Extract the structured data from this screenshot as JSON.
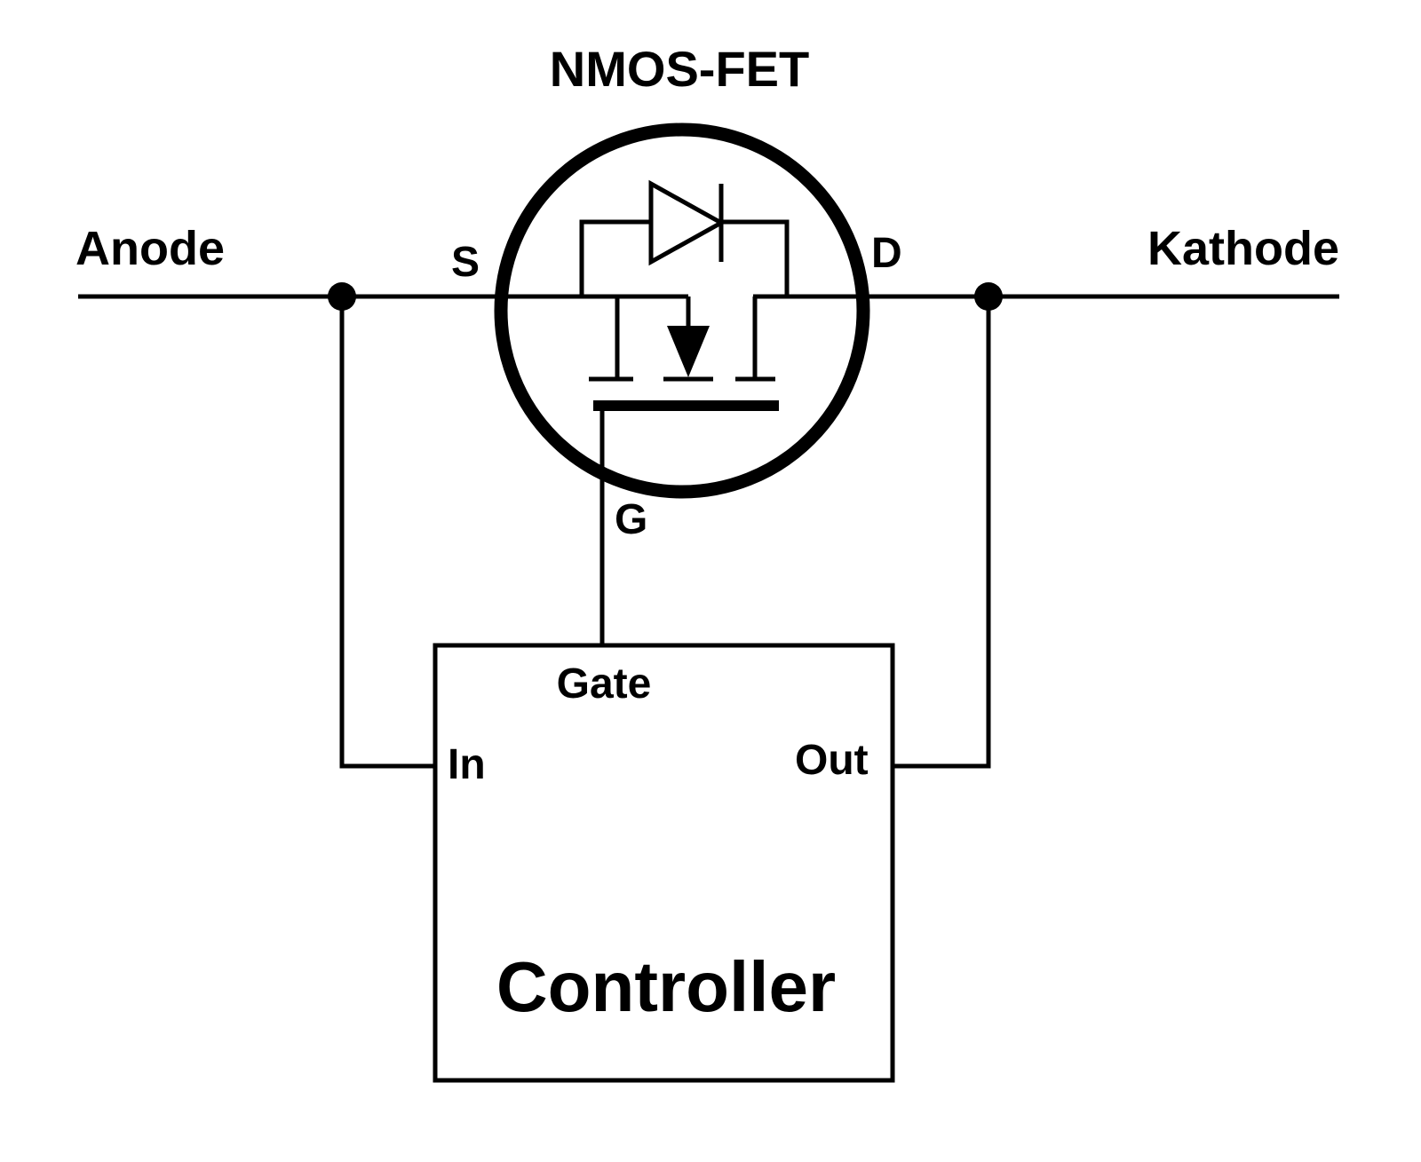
{
  "colors": {
    "ink": "#000000",
    "background": "#ffffff"
  },
  "labels": {
    "title": "NMOS-FET",
    "anode": "Anode",
    "kathode": "Kathode",
    "pin_s": "S",
    "pin_d": "D",
    "pin_g": "G"
  },
  "controller": {
    "name": "Controller",
    "ports": {
      "gate": "Gate",
      "in": "In",
      "out": "Out"
    }
  }
}
